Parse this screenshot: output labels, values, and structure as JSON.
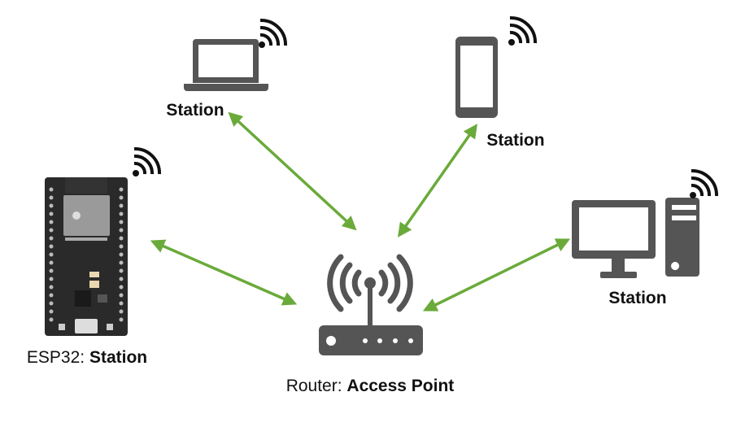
{
  "labels": {
    "laptop": "Station",
    "phone": "Station",
    "desktop": "Station",
    "esp32_prefix": "ESP32: ",
    "esp32_role": "Station",
    "router_prefix": "Router: ",
    "router_role": "Access Point"
  },
  "colors": {
    "arrow": "#6aaa3a",
    "device": "#555555",
    "board": "#2a2a2a"
  },
  "icons": [
    "laptop-icon",
    "smartphone-icon",
    "desktop-computer-icon",
    "esp32-board-icon",
    "wifi-router-icon",
    "wifi-signal-icon",
    "double-arrow"
  ]
}
